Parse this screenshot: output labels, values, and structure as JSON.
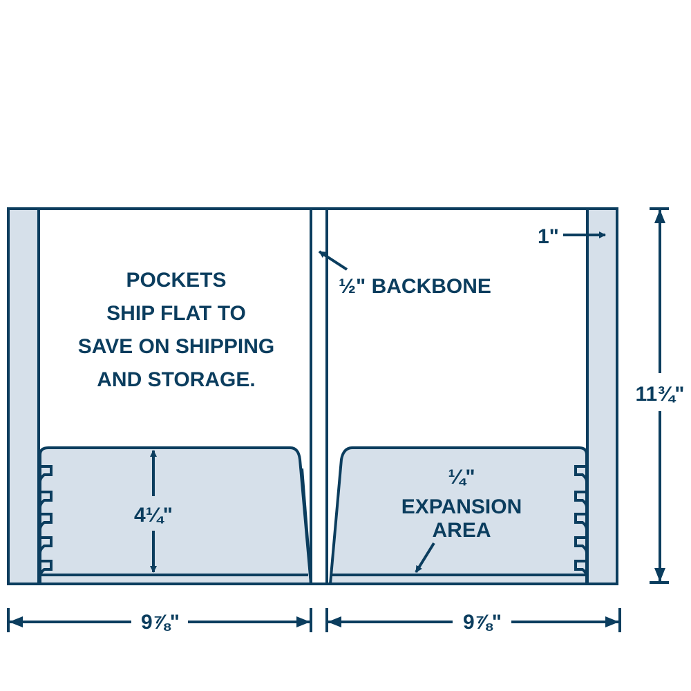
{
  "colors": {
    "ink": "#0b3d5e",
    "panel_fill": "#d6e0ea",
    "background": "#ffffff"
  },
  "left_panel": {
    "message_lines": [
      "POCKETS",
      "SHIP FLAT TO",
      "SAVE ON SHIPPING",
      "AND STORAGE."
    ],
    "pocket_height_label": "4¼\""
  },
  "right_panel": {
    "backbone_label": "½\" BACKBONE",
    "side_strip_label": "1\"",
    "expansion_lines": [
      "¼\"",
      "EXPANSION",
      "AREA"
    ]
  },
  "dimensions": {
    "left_width": "9⅞\"",
    "right_width": "9⅞\"",
    "height": "11¾\""
  }
}
